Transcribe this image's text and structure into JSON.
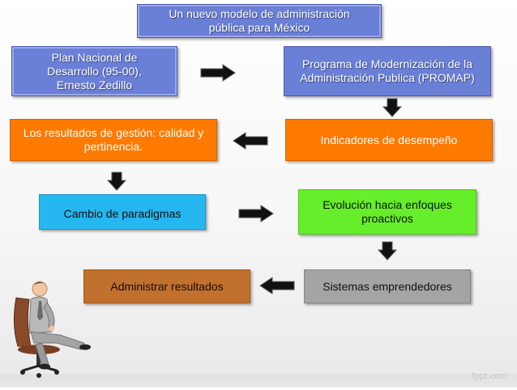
{
  "nodes": {
    "title": "Un nuevo modelo de administración pública para México",
    "plan": "Plan Nacional de Desarrollo (95-00), Ernesto Zedillo",
    "promap": "Programa de Modernización de la Administración Publica (PROMAP)",
    "indicadores": "Indicadores de desempeño",
    "resultados": "Los resultados de gestión: calidad y pertinencia.",
    "paradigmas": "Cambio de paradigmas",
    "evolucion": "Evolución hacia enfoques proactivos",
    "sistemas": "Sistemas emprendedores",
    "administrar": "Administrar resultados"
  },
  "watermark": "fppt.com",
  "colors": {
    "blue": "#6a7fd6",
    "orange": "#ff7a00",
    "cyan": "#26b6f0",
    "green": "#66ee2a",
    "brown": "#c2702d",
    "grey": "#a4a4a4",
    "arrow": "#111111"
  },
  "icons": [
    "arrow-right-icon",
    "arrow-down-icon",
    "arrow-left-icon",
    "businessman-in-chair-illustration"
  ]
}
